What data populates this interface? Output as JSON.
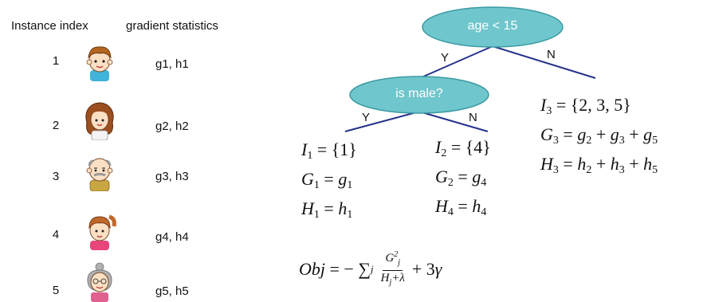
{
  "table": {
    "header_index": "Instance index",
    "header_gradient": "gradient statistics",
    "rows": [
      {
        "index": "1",
        "stats": "g1, h1",
        "avatar_icon": "boy-face-icon"
      },
      {
        "index": "2",
        "stats": "g2, h2",
        "avatar_icon": "mother-face-icon"
      },
      {
        "index": "3",
        "stats": "g3, h3",
        "avatar_icon": "grandfather-face-icon"
      },
      {
        "index": "4",
        "stats": "g4, h4",
        "avatar_icon": "girl-face-icon"
      },
      {
        "index": "5",
        "stats": "g5, h5",
        "avatar_icon": "grandmother-face-icon"
      }
    ]
  },
  "tree": {
    "root_label": "age < 15",
    "child_label": "is male?",
    "root_yes": "Y",
    "root_no": "N",
    "child_yes": "Y",
    "child_no": "N",
    "node_color": "#6fc6cc",
    "edge_color": "#26328c"
  },
  "leaves": {
    "leaf1": {
      "I": "{1}",
      "G": "g1",
      "H": "h1"
    },
    "leaf2": {
      "I": "{4}",
      "G": "g4",
      "H": "h4"
    },
    "leaf3": {
      "I": "{2, 3, 5}",
      "G": "g2 + g3 + g5",
      "H": "h2 + h3 + h5"
    }
  },
  "objective": "Obj = −∑j Gj² / (Hj+λ) + 3γ"
}
